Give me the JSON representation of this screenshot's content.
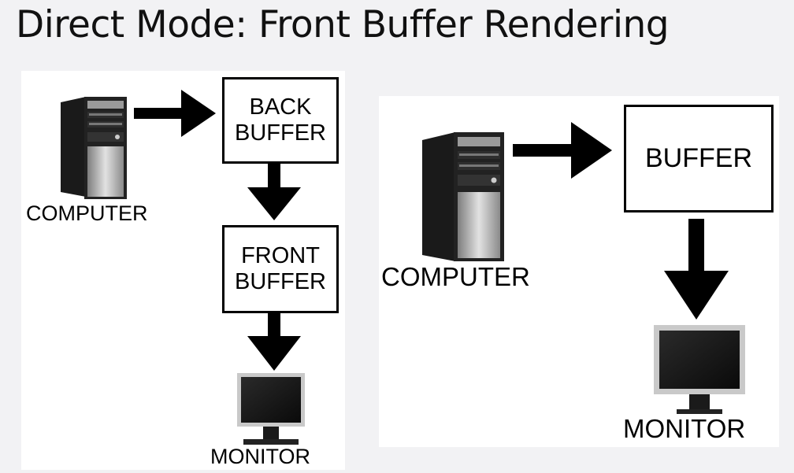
{
  "title": "Direct Mode: Front Buffer Rendering",
  "left_diagram": {
    "computer_label": "COMPUTER",
    "back_buffer_label_line1": "BACK",
    "back_buffer_label_line2": "BUFFER",
    "front_buffer_label_line1": "FRONT",
    "front_buffer_label_line2": "BUFFER",
    "monitor_label": "MONITOR"
  },
  "right_diagram": {
    "computer_label": "COMPUTER",
    "buffer_label": "BUFFER",
    "monitor_label": "MONITOR"
  },
  "icons": [
    "tower-computer-icon",
    "lcd-monitor-icon",
    "arrow-right-icon",
    "arrow-down-icon"
  ],
  "colors": {
    "background": "#f2f2f4",
    "panel": "#ffffff",
    "ink": "#000000"
  }
}
